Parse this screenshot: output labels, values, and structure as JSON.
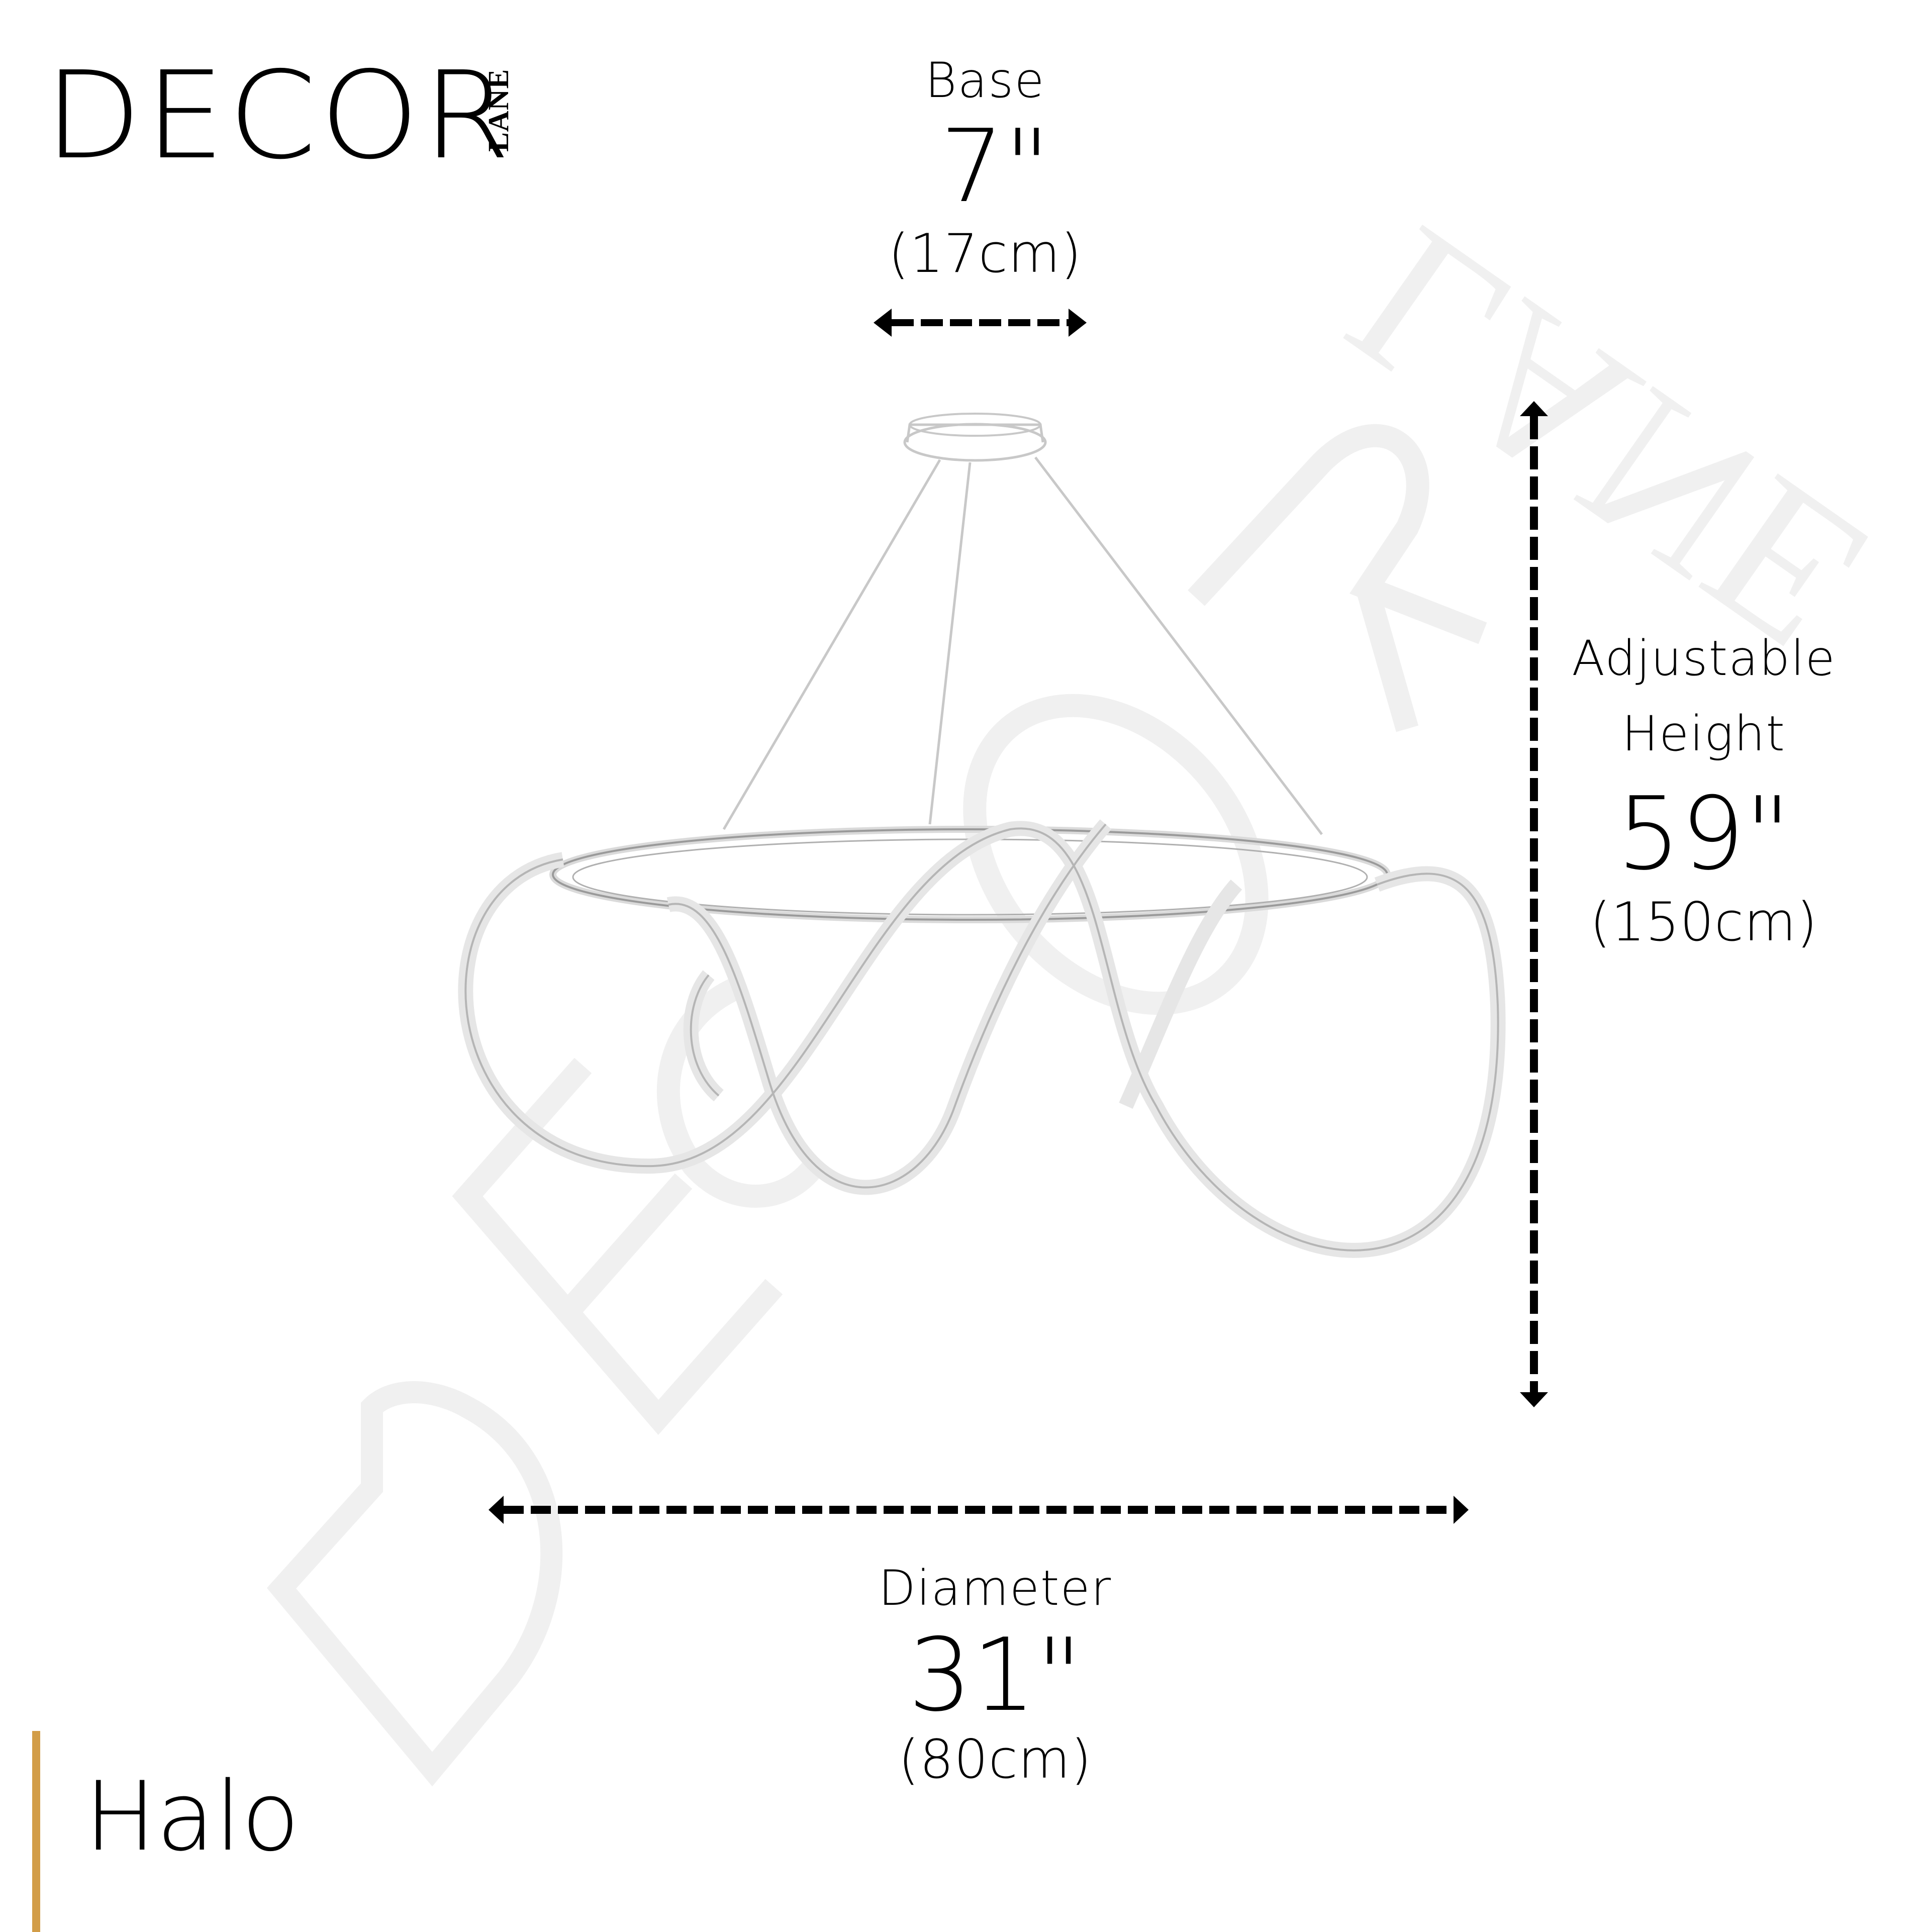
{
  "brand": {
    "logo_main": "DECOR",
    "logo_sub": "LANE",
    "accent_color": "#D29D48",
    "watermark_text": "DECOR LANE",
    "watermark_color": "#F0F0F0"
  },
  "product": {
    "name": "Halo",
    "image": "halo-ring-pendant-light-sketch"
  },
  "dimensions": {
    "base": {
      "label": "Base",
      "inches": "7\"",
      "cm": "(17cm)"
    },
    "height": {
      "label_line1": "Adjustable",
      "label_line2": "Height",
      "inches": "59\"",
      "cm": "(150cm)"
    },
    "diameter": {
      "label": "Diameter",
      "inches": "31\"",
      "cm": "(80cm)"
    }
  }
}
